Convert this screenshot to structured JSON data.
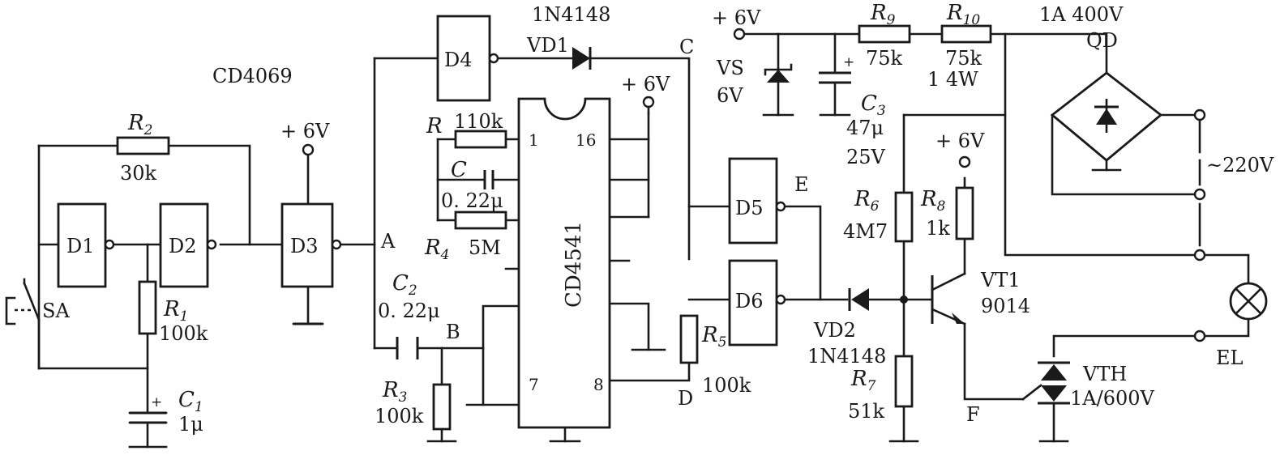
{
  "inverter_ic": "CD4069",
  "timer_ic": "CD4541",
  "supply": "+ 6V",
  "mains": "~220V",
  "gates": [
    "D1",
    "D2",
    "D3",
    "D4",
    "D5",
    "D6"
  ],
  "nodes": {
    "A": "A",
    "B": "B",
    "C": "C",
    "D": "D",
    "E": "E",
    "F": "F"
  },
  "pins": {
    "p1": "1",
    "p16": "16",
    "p7": "7",
    "p8": "8"
  },
  "components": {
    "R2": {
      "name": "R",
      "sub": "2",
      "value": "30k"
    },
    "R1": {
      "name": "R",
      "sub": "1",
      "value": "100k"
    },
    "C1": {
      "name": "C",
      "sub": "1",
      "value": "1μ"
    },
    "R": {
      "name": "R",
      "value": "110k"
    },
    "C": {
      "name": "C",
      "value": "0. 22μ"
    },
    "R4": {
      "name": "R",
      "sub": "4",
      "value": "5M"
    },
    "C2": {
      "name": "C",
      "sub": "2",
      "value": "0. 22μ"
    },
    "R3": {
      "name": "R",
      "sub": "3",
      "value": "100k"
    },
    "R5": {
      "name": "R",
      "sub": "5",
      "value": "100k"
    },
    "VD1": {
      "name": "VD1",
      "value": "1N4148"
    },
    "VD2": {
      "name": "VD2",
      "value": "1N4148"
    },
    "VS": {
      "name": "VS",
      "value": "6V"
    },
    "R9": {
      "name": "R",
      "sub": "9",
      "value": "75k"
    },
    "R10": {
      "name": "R",
      "sub": "10",
      "value": "75k",
      "rating": "1  4W"
    },
    "C3": {
      "name": "C",
      "sub": "3",
      "value": "47μ",
      "voltage": "25V"
    },
    "R6": {
      "name": "R",
      "sub": "6",
      "value": "4M7"
    },
    "R7": {
      "name": "R",
      "sub": "7",
      "value": "51k"
    },
    "R8": {
      "name": "R",
      "sub": "8",
      "value": "1k"
    },
    "VT1": {
      "name": "VT1",
      "value": "9014"
    },
    "VTH": {
      "name": "VTH",
      "value": "1A/600V"
    },
    "QD": {
      "name": "QD",
      "value": "1A  400V"
    },
    "SA": {
      "name": "SA"
    },
    "EL": {
      "name": "EL"
    }
  }
}
